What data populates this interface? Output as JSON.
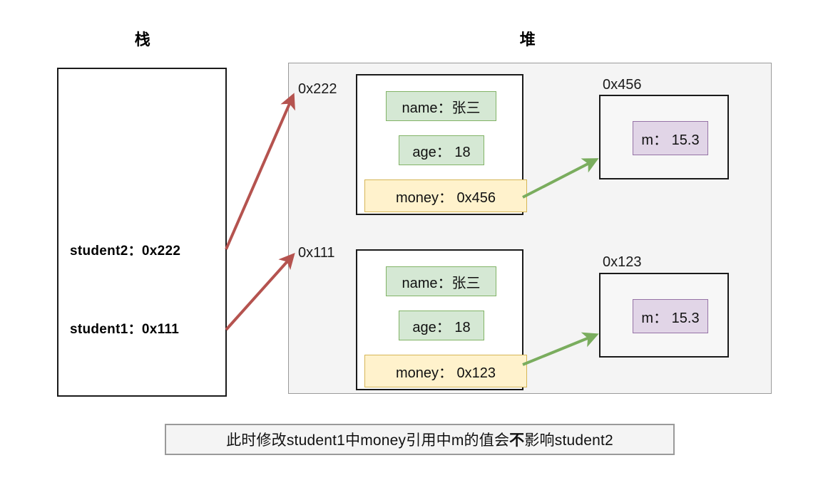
{
  "diagram": {
    "title_stack": "栈",
    "title_heap": "堆",
    "caption_prefix": "此时修改student1中money引用中m的值会",
    "caption_emphasis": "不",
    "caption_suffix": "影响student2",
    "colors": {
      "stack_border": "#1a1a1a",
      "heap_panel_bg": "#f4f4f4",
      "heap_panel_border": "#9a9a9a",
      "field_green_bg": "#d5e8d4",
      "field_green_border": "#82b366",
      "field_yellow_bg": "#fff2cc",
      "field_yellow_border": "#d6b656",
      "field_purple_bg": "#e1d5e7",
      "field_purple_border": "#9673a6",
      "red_arrow": "#b5534f",
      "green_arrow": "#7aad5e"
    }
  },
  "stack": {
    "entries": [
      {
        "name": "student2",
        "value": "0x222",
        "text": "student2：0x222"
      },
      {
        "name": "student1",
        "value": "0x111",
        "text": "student1：0x111"
      }
    ]
  },
  "heap": {
    "addresses": {
      "object_upper": "0x222",
      "object_lower": "0x111",
      "memory_upper": "0x456",
      "memory_lower": "0x123"
    },
    "objects": [
      {
        "address": "0x222",
        "fields": [
          {
            "label": "name",
            "value": "张三",
            "text": "name：张三",
            "style": "green"
          },
          {
            "label": "age",
            "value": "18",
            "text": "age： 18",
            "style": "green"
          },
          {
            "label": "money",
            "value": "0x456",
            "text": "money： 0x456",
            "style": "yellow"
          }
        ]
      },
      {
        "address": "0x111",
        "fields": [
          {
            "label": "name",
            "value": "张三",
            "text": "name：张三",
            "style": "green"
          },
          {
            "label": "age",
            "value": "18",
            "text": "age： 18",
            "style": "green"
          },
          {
            "label": "money",
            "value": "0x123",
            "text": "money： 0x123",
            "style": "yellow"
          }
        ]
      }
    ],
    "memory_cells": [
      {
        "address": "0x456",
        "label": "m",
        "value": "15.3",
        "text": "m： 15.3"
      },
      {
        "address": "0x123",
        "label": "m",
        "value": "15.3",
        "text": "m： 15.3"
      }
    ]
  }
}
